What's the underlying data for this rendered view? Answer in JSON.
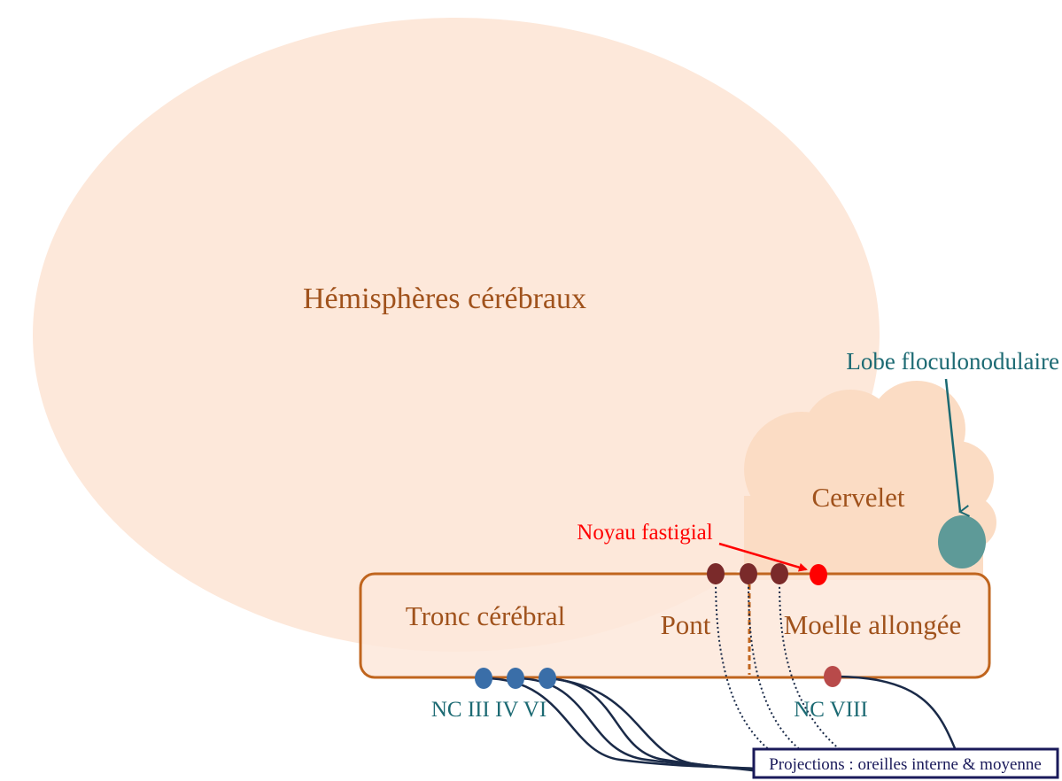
{
  "labels": {
    "hemispheres": "Hémisphères cérébraux",
    "lobe": "Lobe floculonodulaire",
    "cervelet": "Cervelet",
    "noyau": "Noyau fastigial",
    "tronc": "Tronc cérébral",
    "pont": "Pont",
    "moelle": "Moelle allongée",
    "nc_oculo": "NC III IV VI",
    "nc_viii": "NC VIII",
    "projections": "Projections : oreilles interne & moyenne"
  },
  "colors": {
    "hemisphere_fill": "#fde8da",
    "cerebellum_fill": "#fbdcc4",
    "brainstem_fill": "#fde8da",
    "brainstem_stroke": "#c0651e",
    "label_brown": "#a0521c",
    "label_teal": "#1c6a73",
    "label_red": "#ff0000",
    "lobe_fill": "#5e9a98",
    "nucleus_dark": "#7a2a2a",
    "nucleus_red": "#ff0000",
    "nc_blue": "#3a6ea8",
    "nc_viii": "#b84a4a",
    "fiber_navy": "#1a2a48",
    "box_border": "#1a1a5a"
  }
}
